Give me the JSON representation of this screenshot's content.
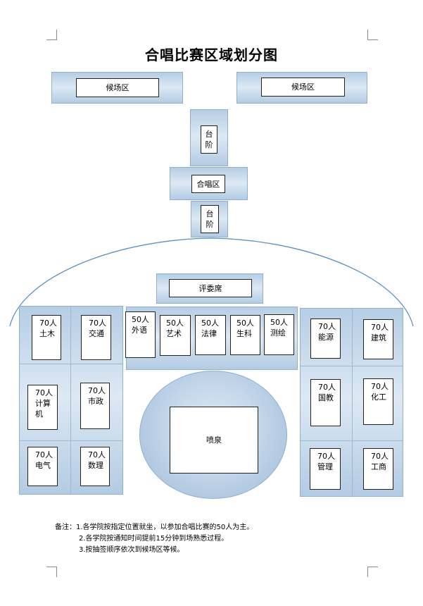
{
  "diagram": {
    "title": "合唱比赛区域划分图",
    "waiting_areas": [
      "候场区",
      "候场区"
    ],
    "steps_upper": [
      "台",
      "阶"
    ],
    "choir_area": "合唱区",
    "steps_lower": [
      "台",
      "阶"
    ],
    "judges": "评委席",
    "fountain": "喷泉",
    "left_seats": [
      {
        "count": "70人",
        "name": "土木"
      },
      {
        "count": "70人",
        "name": "交通"
      },
      {
        "count": "70人",
        "name": "计算机"
      },
      {
        "count": "70人",
        "name": "市政"
      },
      {
        "count": "70人",
        "name": "电气"
      },
      {
        "count": "70人",
        "name": "数理"
      }
    ],
    "middle_seats": [
      {
        "count": "50人",
        "name": "外语"
      },
      {
        "count": "50人",
        "name": "艺术"
      },
      {
        "count": "50人",
        "name": "法律"
      },
      {
        "count": "50人",
        "name": "生科"
      },
      {
        "count": "50人",
        "name": "测绘"
      }
    ],
    "right_seats": [
      {
        "count": "70人",
        "name": "能源"
      },
      {
        "count": "70人",
        "name": "建筑"
      },
      {
        "count": "70人",
        "name": "国教"
      },
      {
        "count": "70人",
        "name": "化工"
      },
      {
        "count": "70人",
        "name": "管理"
      },
      {
        "count": "70人",
        "name": "工商"
      }
    ],
    "notes": [
      "备注：1.各学院按指定位置就坐，以参加合唱比赛的50人为主。",
      "2.各学院按通知时间提前15分钟到场熟悉过程。",
      "3.按抽签顺序依次到候场区等候。"
    ]
  }
}
